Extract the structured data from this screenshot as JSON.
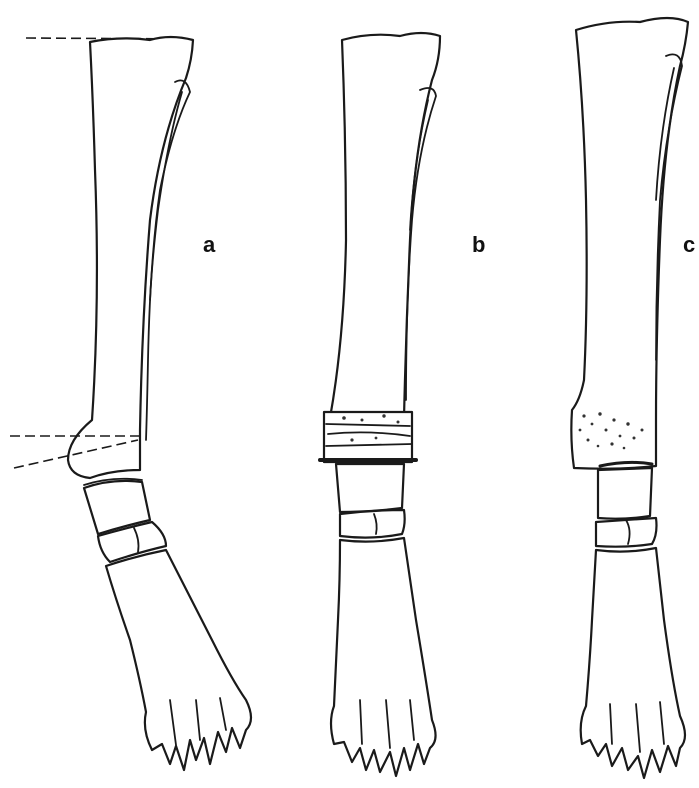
{
  "labels": {
    "a": "a",
    "b": "b",
    "c": "c"
  },
  "colors": {
    "line": "#1a1a1a",
    "background": "#ffffff"
  }
}
